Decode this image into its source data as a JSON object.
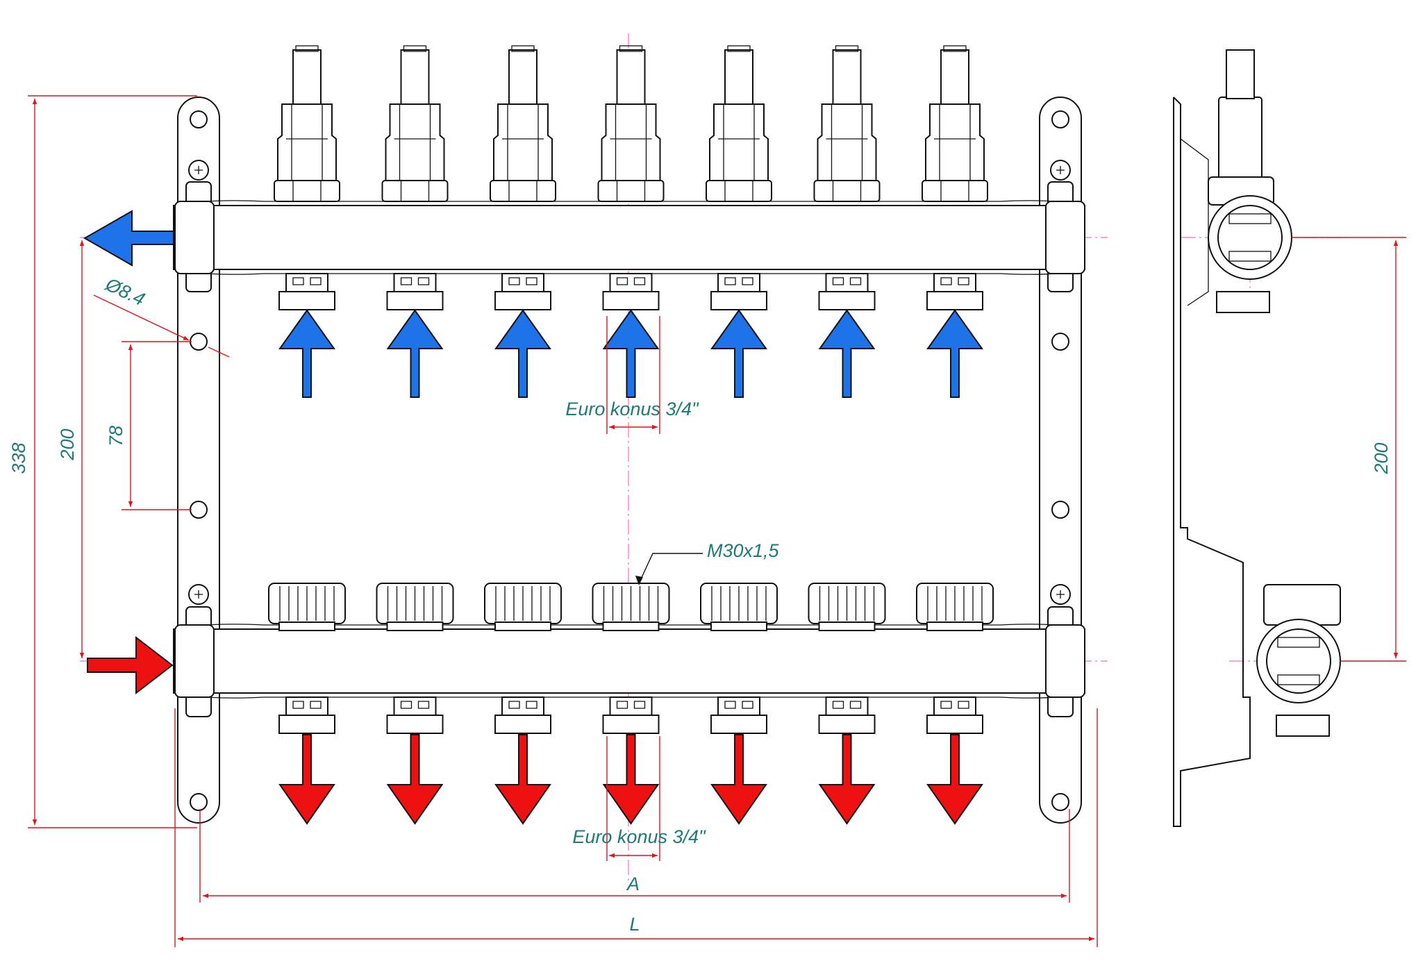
{
  "dimensions": {
    "overall_height": "338",
    "centers_left": "200",
    "holes_spacing": "78",
    "hole_diameter": "Ø8.4",
    "centers_side_view": "200",
    "width_a": "A",
    "width_l": "L"
  },
  "callouts": {
    "euro_konus_top": "Euro konus 3/4\"",
    "euro_konus_bottom": "Euro konus 3/4\"",
    "thread": "M30x1,5"
  },
  "outlets": {
    "count": 7
  },
  "flow": {
    "supply_color": "#1e73e8",
    "return_color": "#ee1111"
  },
  "icons": {
    "supply_arrow": "arrow-up-icon",
    "return_arrow": "arrow-down-icon",
    "outlet_arrow": "arrow-left-icon",
    "inlet_arrow": "arrow-right-icon",
    "screw": "phillips-screw-icon"
  }
}
